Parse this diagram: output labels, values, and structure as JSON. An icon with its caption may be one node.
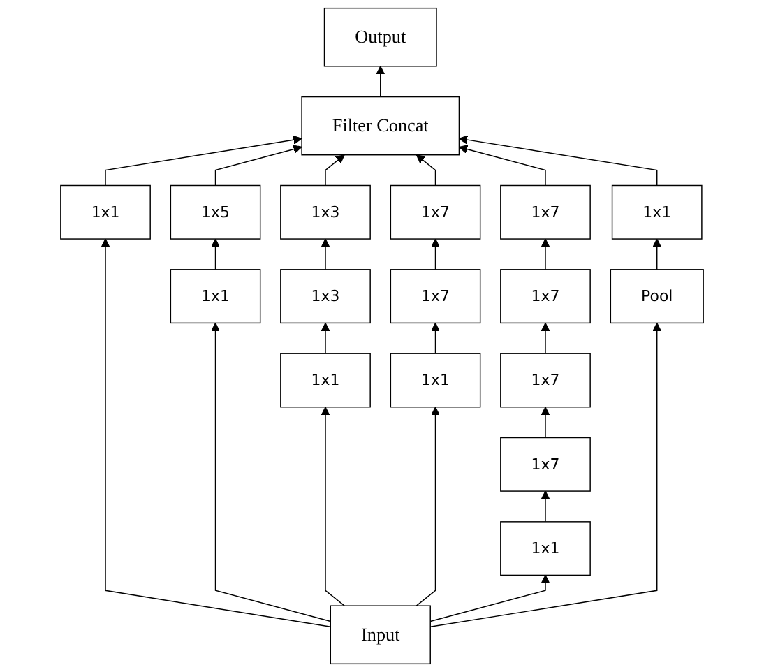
{
  "diagram": {
    "nodes": [
      {
        "text": [
          "Output"
        ]
      },
      {
        "text": [
          "Filter Concat"
        ]
      },
      {
        "text": [
          "1x7"
        ]
      },
      {
        "text": [
          "1x7"
        ]
      },
      {
        "text": [
          "1x3"
        ]
      },
      {
        "text": [
          "1x7"
        ]
      },
      {
        "text": [
          "1x7"
        ]
      },
      {
        "text": [
          "1x5"
        ]
      },
      {
        "text": [
          "1x3"
        ]
      },
      {
        "text": [
          "1x7"
        ]
      },
      {
        "text": [
          "1x7"
        ]
      },
      {
        "text": [
          "1x1"
        ]
      },
      {
        "text": [
          "1x1"
        ]
      },
      {
        "text": [
          "1x1"
        ]
      },
      {
        "text": [
          "1x1"
        ]
      },
      {
        "text": [
          "1x1"
        ]
      },
      {
        "text": [
          "1x1"
        ]
      },
      {
        "text": [
          "Pool"
        ]
      },
      {
        "text": [
          "Input"
        ]
      }
    ],
    "edges": [
      {
        "from": 18,
        "to": 12,
        "arrow": "to"
      },
      {
        "from": 18,
        "to": 13,
        "arrow": "to"
      },
      {
        "from": 18,
        "to": 14,
        "arrow": "to"
      },
      {
        "from": 18,
        "to": 15,
        "arrow": "to"
      },
      {
        "from": 18,
        "to": 16,
        "arrow": "to"
      },
      {
        "from": 18,
        "to": 17,
        "arrow": "to"
      },
      {
        "from": 13,
        "to": 7,
        "arrow": "to"
      },
      {
        "from": 14,
        "to": 8,
        "arrow": "to"
      },
      {
        "from": 8,
        "to": 4,
        "arrow": "to"
      },
      {
        "from": 15,
        "to": 9,
        "arrow": "to"
      },
      {
        "from": 9,
        "to": 5,
        "arrow": "to"
      },
      {
        "from": 16,
        "to": 10,
        "arrow": "to"
      },
      {
        "from": 10,
        "to": 6,
        "arrow": "to"
      },
      {
        "from": 6,
        "to": 3,
        "arrow": "to"
      },
      {
        "from": 3,
        "to": 2,
        "arrow": "to"
      },
      {
        "from": 17,
        "to": 11,
        "arrow": "to"
      },
      {
        "from": 12,
        "to": 1,
        "arrow": "to"
      },
      {
        "from": 7,
        "to": 1,
        "arrow": "to"
      },
      {
        "from": 4,
        "to": 1,
        "arrow": "to"
      },
      {
        "from": 5,
        "to": 1,
        "arrow": "to"
      },
      {
        "from": 2,
        "to": 1,
        "arrow": "to"
      },
      {
        "from": 11,
        "to": 1,
        "arrow": "to"
      },
      {
        "from": 1,
        "to": 0,
        "arrow": "to"
      }
    ]
  }
}
